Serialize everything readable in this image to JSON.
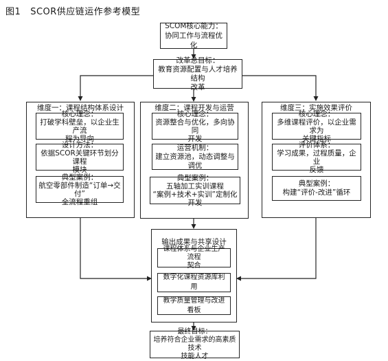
{
  "figure": {
    "label": "图1",
    "title": "SCOR供应链运作参考模型"
  },
  "core": {
    "title": "SCOM核心能力：",
    "text": "协同工作与流程优化"
  },
  "goal": {
    "title": "改革总目标：",
    "line1": "教育资源配置与人才培养结构",
    "line2": "改革"
  },
  "dim1": {
    "title": "维度一：课程结构体系设计",
    "box1": {
      "title": "核心理念：",
      "line1": "打破学科壁垒，以企业生产流",
      "line2": "程为导向"
    },
    "box2": {
      "title": "设计方法：",
      "line1": "依据SCOR关键环节划分课程",
      "line2": "模块"
    },
    "box3": {
      "title": "典型案例：",
      "line1": "航空零部件制造“订单→交付”",
      "line2": "全流程重组"
    }
  },
  "dim2": {
    "title": "维度二：课程开发与运营",
    "box1": {
      "title": "核心理念：",
      "line1": "资源整合与优化，多向协同",
      "line2": "开发"
    },
    "box2": {
      "title": "运营机制：",
      "line1": "建立资源池，动态调整与调优"
    },
    "box3": {
      "title": "典型案例：",
      "line1": "五轴加工实训课程",
      "line2": "“案例+技术+实训”定制化开发"
    }
  },
  "dim3": {
    "title": "维度三：实施效果评价",
    "box1": {
      "title": "核心理念：",
      "line1": "多维课程评价，以企业需求为",
      "line2": "关键指标"
    },
    "box2": {
      "title": "评价体系：",
      "line1": "学习成果，过程质量，企业",
      "line2": "反馈"
    },
    "box3": {
      "title": "典型案例：",
      "line1": "构建“评价-改进”循环"
    }
  },
  "output": {
    "title": "输出成果与共享设计",
    "box1": {
      "line1": "课程体系与企业生产流程",
      "line2": "契合"
    },
    "box2": {
      "line1": "数字化课程资源库利用"
    },
    "box3": {
      "line1": "教学质量管理与改进看板"
    }
  },
  "final": {
    "title": "最终目标：",
    "line1": "培养符合企业需求的高素质技术",
    "line2": "技能人才"
  }
}
